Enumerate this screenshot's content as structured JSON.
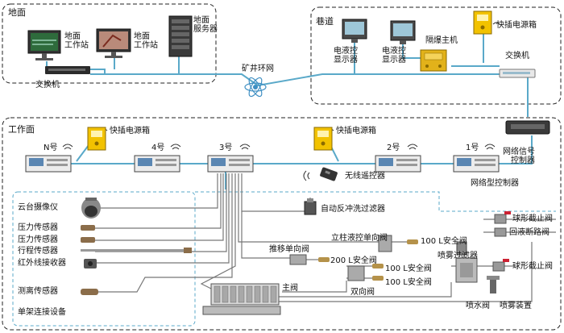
{
  "zones": {
    "surface": "地面",
    "roadway": "巷道",
    "workface": "工作面"
  },
  "surface": {
    "workstation_1": [
      "地面",
      "工作站"
    ],
    "workstation_2": [
      "地面",
      "工作站"
    ],
    "server": [
      "地面",
      "服务器"
    ],
    "switch": "交换机"
  },
  "ring_network": "矿井环网",
  "roadway": {
    "ehc_display_1": [
      "电液控",
      "显示器"
    ],
    "ehc_display_2": [
      "电液控",
      "显示器"
    ],
    "explosion_proof_host": "隔爆主机",
    "fast_power_box": "快插电源箱",
    "switch": "交换机"
  },
  "workface": {
    "controllers": [
      "N号",
      "4号",
      "3号",
      "2号",
      "1号"
    ],
    "fast_power_box_1": "快插电源箱",
    "fast_power_box_2": "快插电源箱",
    "network_signal_controller": [
      "网络信号",
      "控制器"
    ],
    "wireless_remote": "无线遥控器",
    "network_controller": "网络型控制器",
    "auto_backwash_filter": "自动反冲洗过滤器"
  },
  "single_support_devices": {
    "group_label": "单架连接设备",
    "items": [
      "云台摄像仪",
      "压力传感器",
      "压力传感器",
      "行程传感器",
      "红外线接收器",
      "测离传感器"
    ]
  },
  "hydraulics": {
    "ball_valve_1": "球形截止阀",
    "return_valve": "回液断路阀",
    "column_check_valve": "立柱液控单向阀",
    "safety_valve_100_a": "100 L安全阀",
    "push_check_valve": "推移单向阀",
    "safety_valve_200": "200 L安全阀",
    "safety_valve_100_b": "100 L安全阀",
    "safety_valve_100_c": "100 L安全阀",
    "two_way_valve": "双向阀",
    "spray_filter": "喷雾过滤器",
    "ball_valve_2": "球形截止阀",
    "spray_valve": "喷水阀",
    "spray_device": "喷雾装置",
    "main_valve": "主阀"
  },
  "colors": {
    "cable": "#5aa9c9",
    "hose": "#666666",
    "power_box": "#f2c200",
    "boundary": "#222222",
    "controller_body": "#ececec"
  }
}
